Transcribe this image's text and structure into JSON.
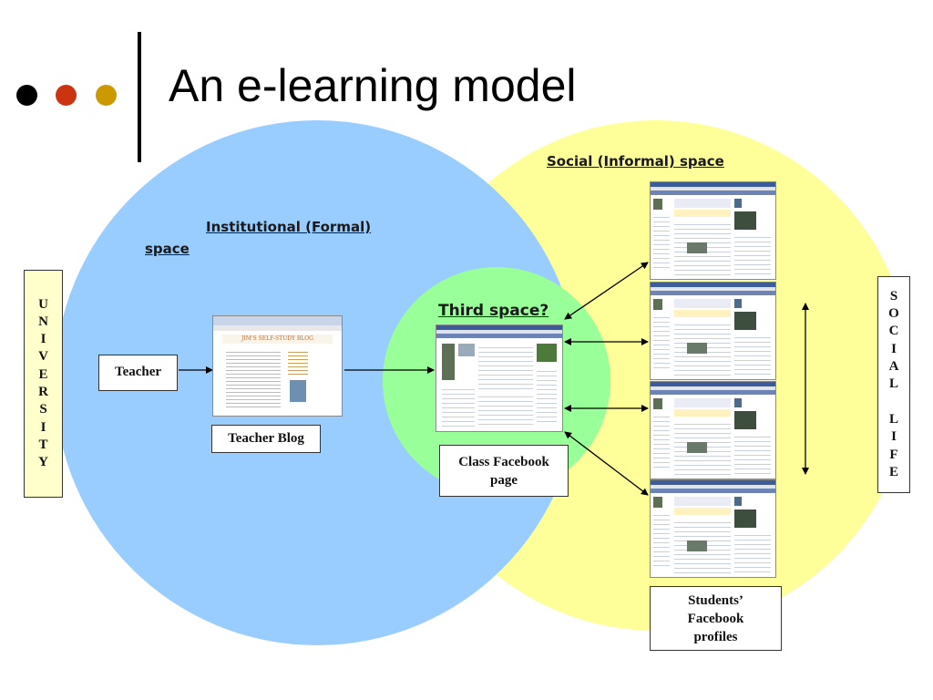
{
  "slide": {
    "title": "An e-learning model",
    "bullet_colors": [
      "#000000",
      "#cc3311",
      "#cc9900"
    ]
  },
  "colors": {
    "institutional_circle": "#99ccff",
    "social_circle": "#ffff99",
    "third_space_circle": "#99ff99",
    "vertical_box_fill": "#ffffcc",
    "label_box_fill": "#ffffff"
  },
  "regions": {
    "social": "Social (Informal) space",
    "institutional_line1": "Institutional (Formal)",
    "institutional_line2": "space",
    "third": "Third space?"
  },
  "side_labels": {
    "university": [
      "U",
      "N",
      "I",
      "V",
      "E",
      "R",
      "S",
      "I",
      "T",
      "Y"
    ],
    "social_life": [
      "S",
      "O",
      "C",
      "I",
      "A",
      "L",
      "",
      "L",
      "I",
      "F",
      "E"
    ]
  },
  "boxes": {
    "teacher": "Teacher",
    "teacher_blog": "Teacher Blog",
    "class_facebook_line1": "Class Facebook",
    "class_facebook_line2": "page",
    "students_line1": "Students’",
    "students_line2": "Facebook",
    "students_line3": "profiles"
  },
  "blog_screenshot": {
    "heading": "JIM'S SELF-STUDY BLOG"
  }
}
